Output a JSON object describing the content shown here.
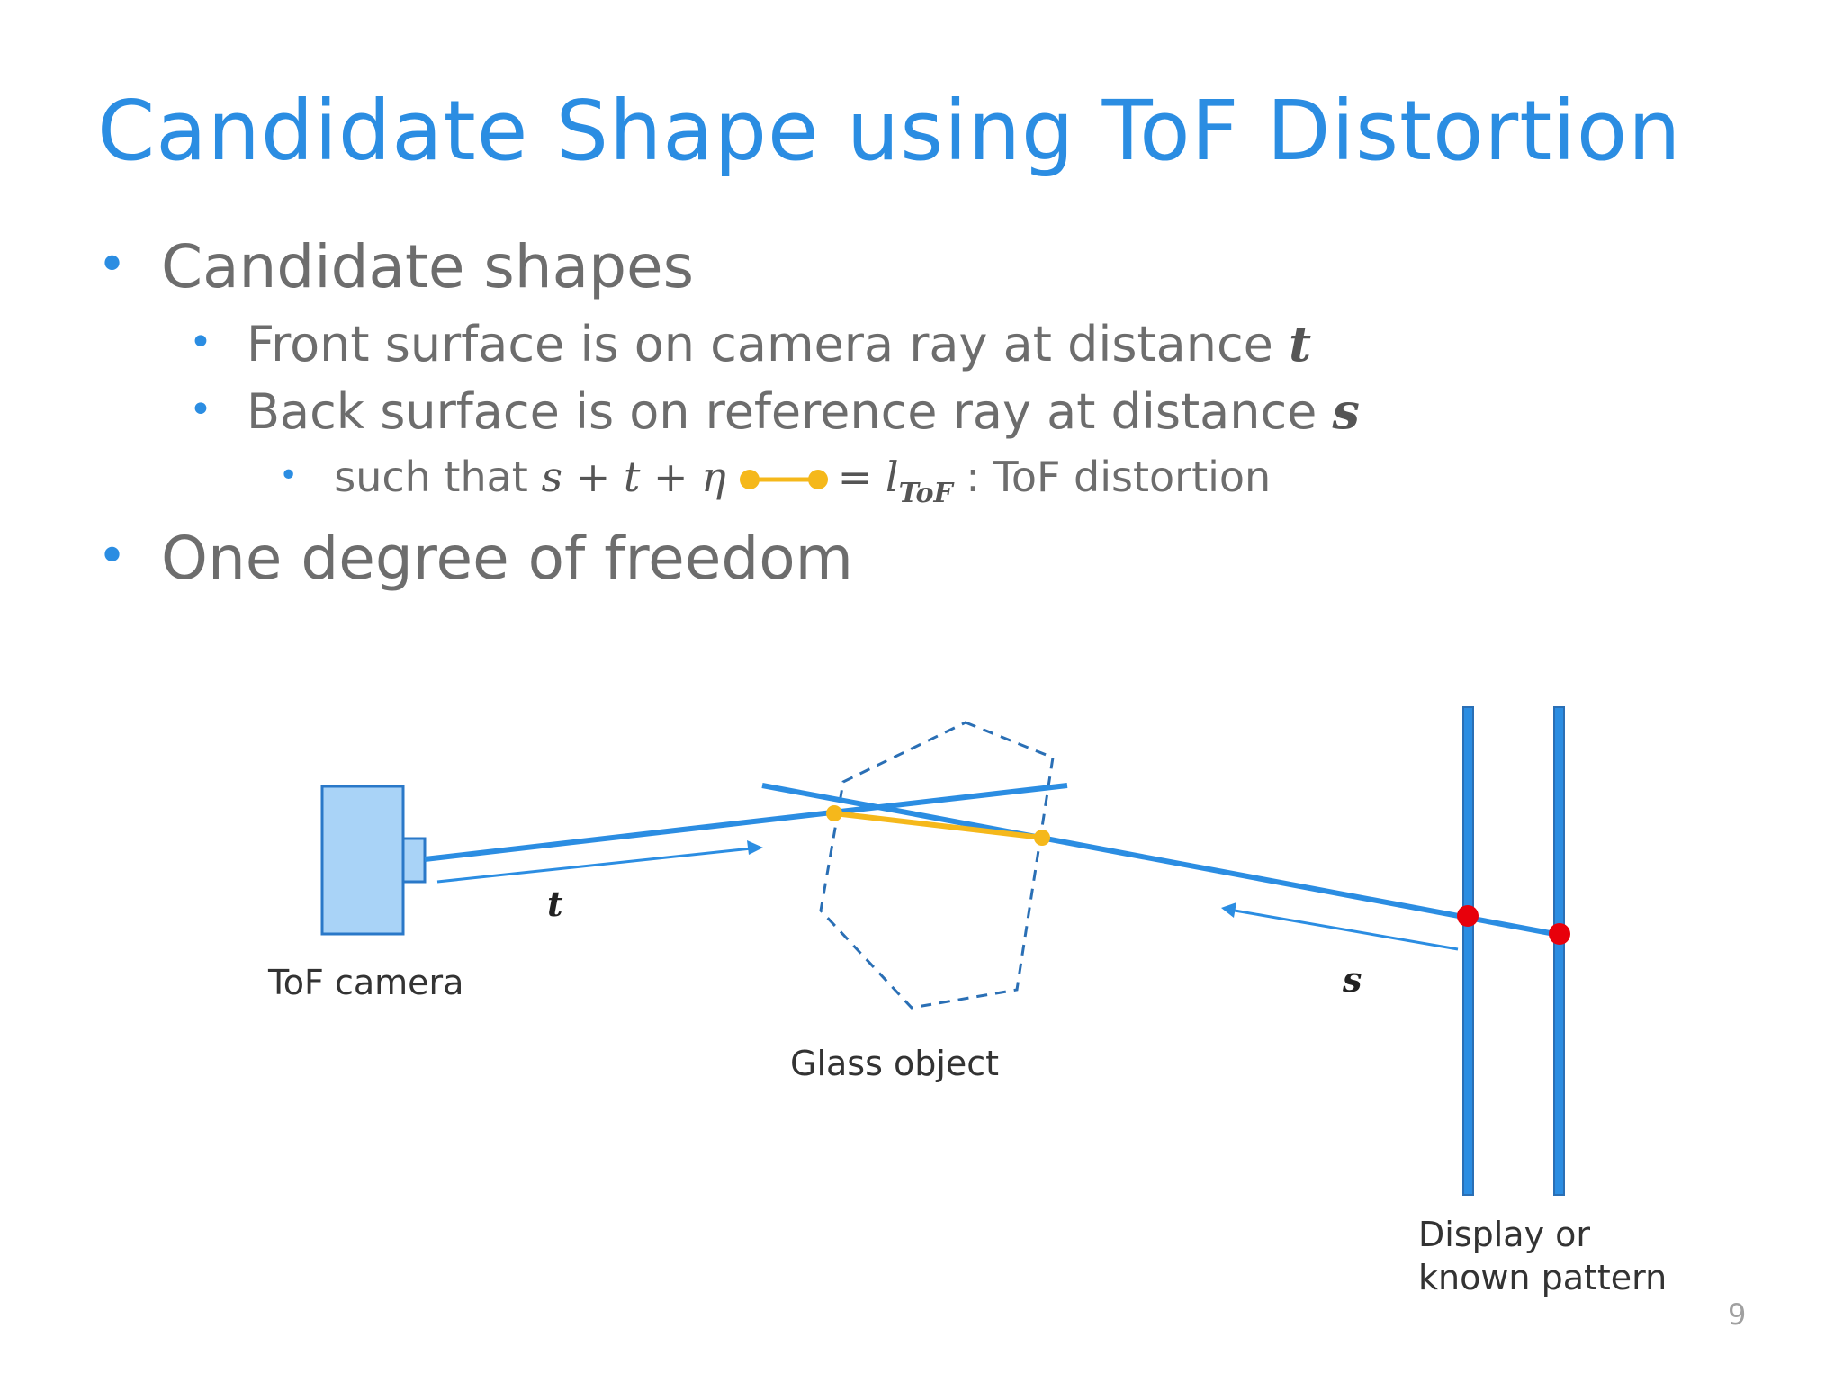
{
  "slide": {
    "title": "Candidate Shape using ToF Distortion",
    "page_number": "9"
  },
  "bullets": {
    "b1": "Candidate shapes",
    "b2_text": "Front surface is on camera ray at distance ",
    "b2_var": "t",
    "b3_text": "Back surface is on reference ray at distance ",
    "b3_var": "s",
    "b4_prefix": "such that ",
    "b4_expr": "s + t + η",
    "b4_eq": "= ",
    "b4_l": "l",
    "b4_sub": "ToF",
    "b4_suffix": " : ToF distortion",
    "b5": "One degree of freedom",
    "bullet_glyph": "•"
  },
  "diagram": {
    "camera_label": "ToF camera",
    "glass_label": "Glass object",
    "display_label_line1": "Display or",
    "display_label_line2": "known pattern",
    "t_label": "t",
    "s_label": "s"
  },
  "colors": {
    "title_blue": "#2b8de2",
    "ray_blue": "#2b8de2",
    "camera_fill": "#a9d3f7",
    "camera_stroke": "#2a78c8",
    "glass_dash": "#2a6fb5",
    "segment_yellow": "#f5b81b",
    "intersection_red": "#e8000b"
  }
}
